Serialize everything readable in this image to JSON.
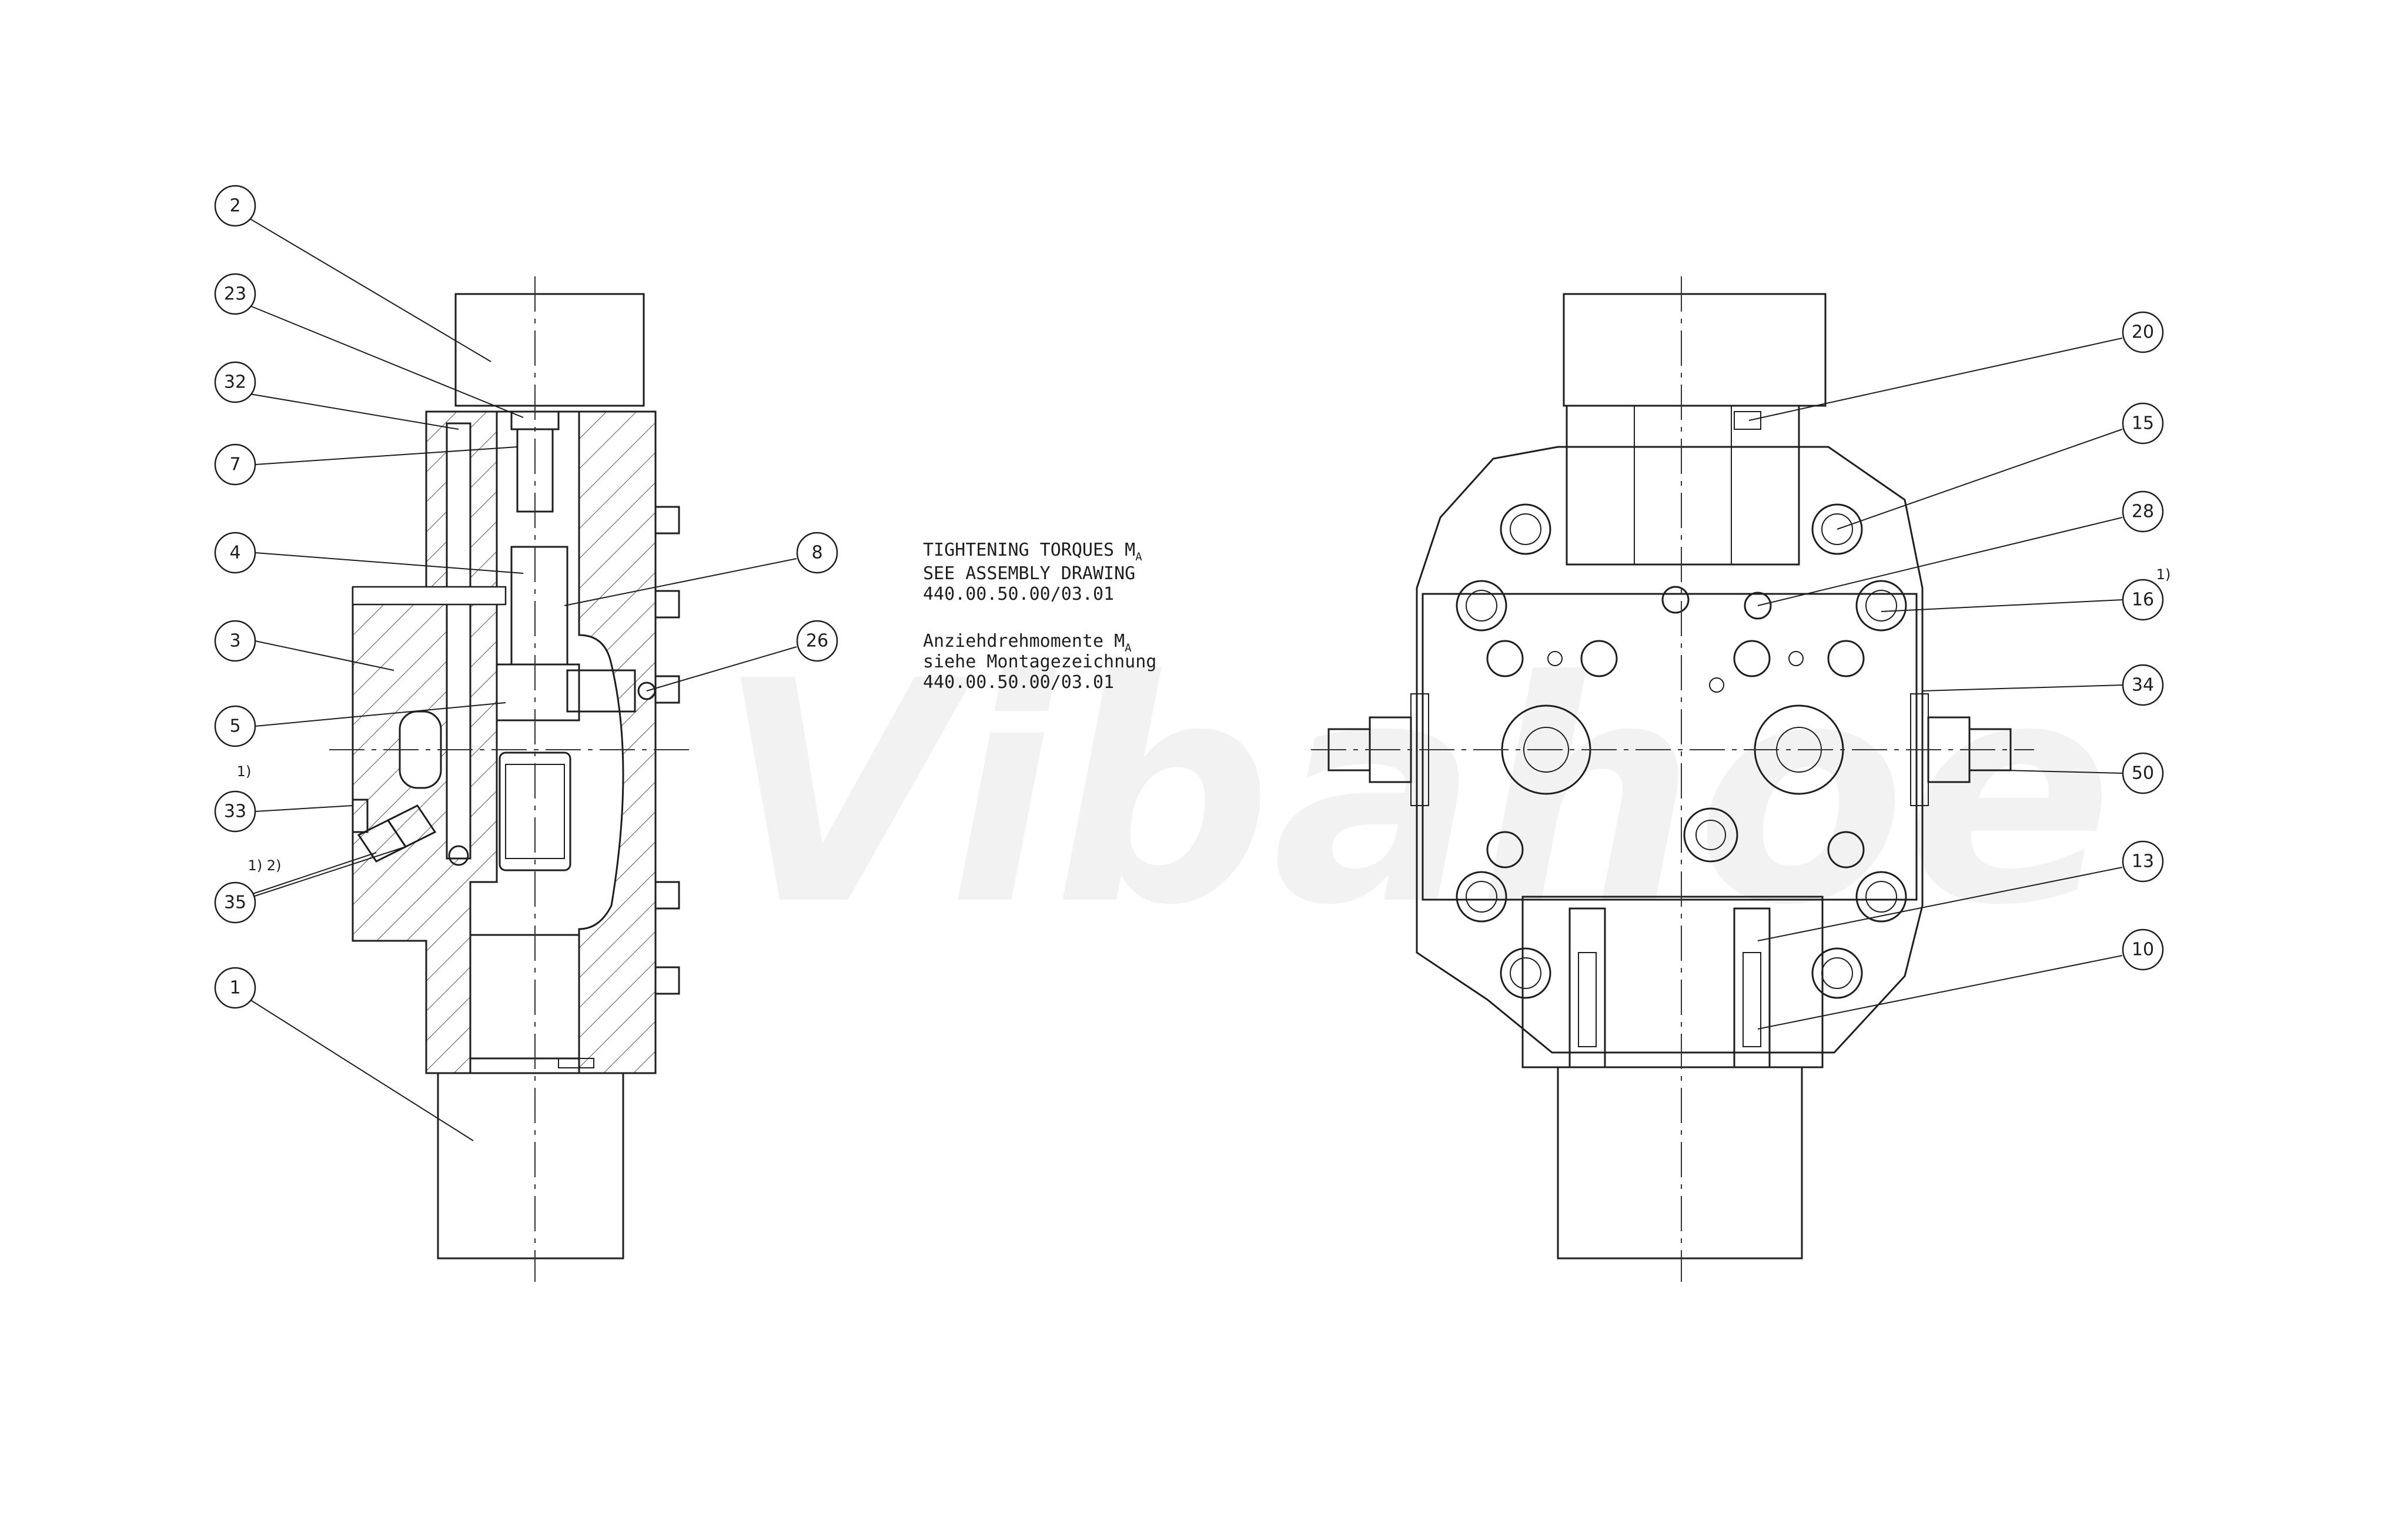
{
  "watermark": "Vibahoe",
  "note": {
    "en_line1": "TIGHTENING TORQUES M",
    "en_line1_sub": "A",
    "en_line2": "SEE ASSEMBLY DRAWING",
    "en_line3": "440.00.50.00/03.01",
    "de_line1": "Anziehdrehmomente M",
    "de_line1_sub": "A",
    "de_line2": "siehe Montagezeichnung",
    "de_line3": "440.00.50.00/03.01"
  },
  "left_balloons": [
    "2",
    "23",
    "32",
    "7",
    "4",
    "3",
    "5",
    "33",
    "35",
    "1",
    "8",
    "26"
  ],
  "right_balloons": [
    "20",
    "15",
    "28",
    "16",
    "34",
    "50",
    "13",
    "10"
  ],
  "footnotes": {
    "fn_33": "1)",
    "fn_35": "1) 2)",
    "fn_16": "1)"
  }
}
